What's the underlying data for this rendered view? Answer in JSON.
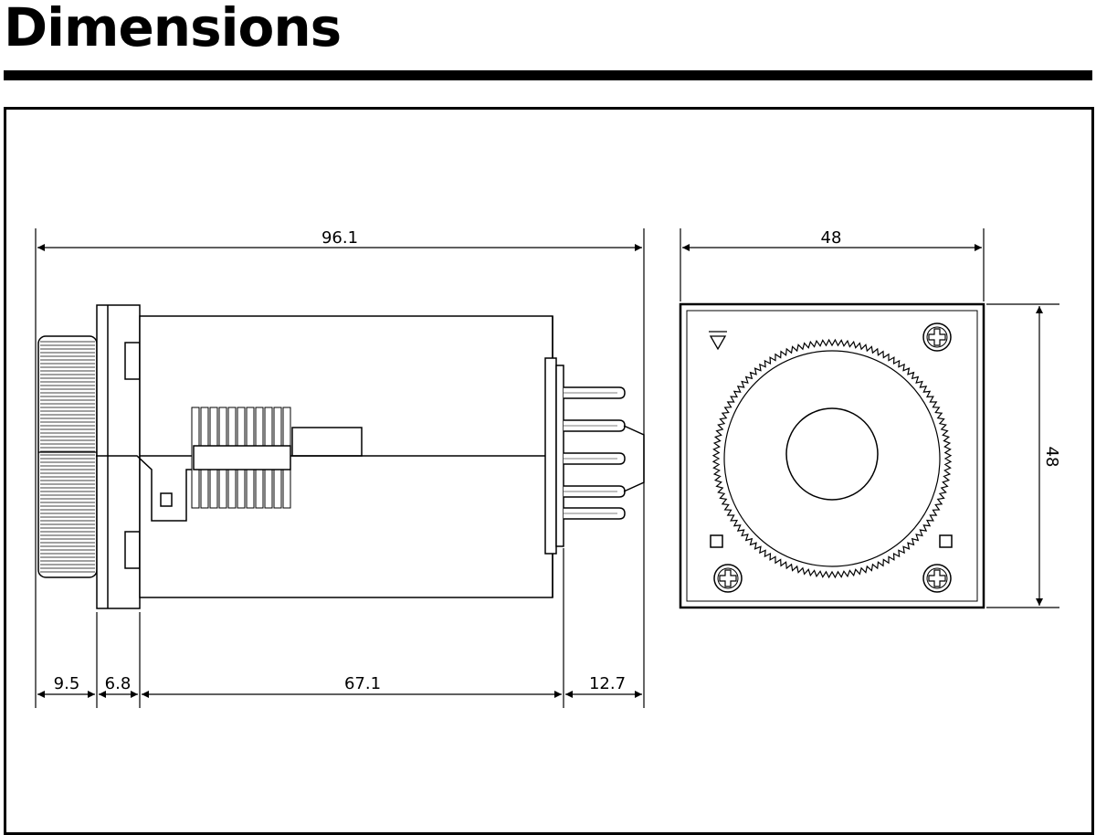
{
  "header": {
    "title": "Dimensions"
  },
  "side_view": {
    "overall_length": "96.1",
    "knob_depth": "9.5",
    "flange_thickness": "6.8",
    "body_length": "67.1",
    "pin_length": "12.7"
  },
  "front_view": {
    "width": "48",
    "height": "48"
  },
  "colors": {
    "ink": "#000000",
    "background": "#ffffff"
  }
}
